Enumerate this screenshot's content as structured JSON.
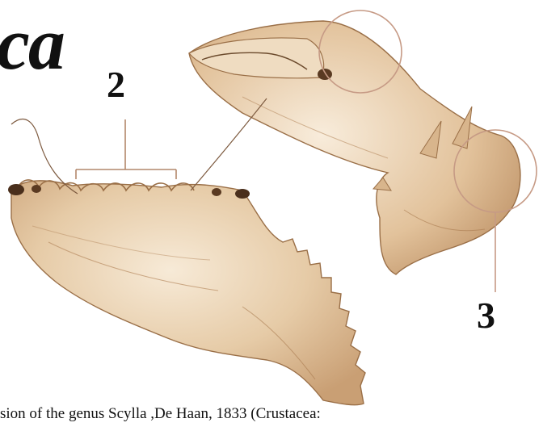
{
  "figure": {
    "title_fragment": "ca",
    "callout_labels": [
      {
        "id": "2",
        "text": "2"
      },
      {
        "id": "3",
        "text": "3"
      }
    ],
    "caption": "sion of the genus Scylla ,De Haan, 1833 (Crustacea:"
  },
  "colors": {
    "ink": "#111111",
    "claw_fill": "#e9d2b3",
    "claw_shade": "#c9a47c",
    "claw_outline": "#9a6f47",
    "callout_line": "#b2876b"
  }
}
